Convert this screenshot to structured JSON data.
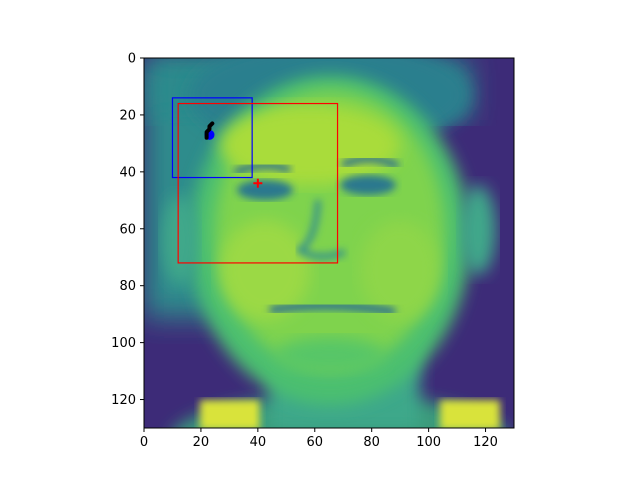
{
  "chart_data": {
    "type": "heatmap",
    "title": "",
    "xlabel": "",
    "ylabel": "",
    "colormap": "viridis",
    "xlim": [
      0,
      130
    ],
    "ylim": [
      130,
      0
    ],
    "grid": false,
    "x_ticks": [
      0,
      20,
      40,
      60,
      80,
      100,
      120
    ],
    "y_ticks": [
      0,
      20,
      40,
      60,
      80,
      100,
      120
    ],
    "x_tick_labels": [
      "0",
      "20",
      "40",
      "60",
      "80",
      "100",
      "120"
    ],
    "y_tick_labels": [
      "0",
      "20",
      "40",
      "60",
      "80",
      "100",
      "120"
    ],
    "image_description_words": "grayscale face photo rendered with viridis colormap",
    "overlays": [
      {
        "type": "rectangle",
        "color": "#0000ff",
        "x0": 10,
        "y0": 14,
        "x1": 38,
        "y1": 42
      },
      {
        "type": "rectangle",
        "color": "#ff0000",
        "x0": 12,
        "y0": 16,
        "x1": 68,
        "y1": 72
      },
      {
        "type": "point",
        "marker": "plus",
        "color": "#ff0000",
        "x": 40,
        "y": 44
      },
      {
        "type": "point",
        "marker": "circle",
        "color": "#0000ff",
        "x": 23,
        "y": 27
      },
      {
        "type": "path",
        "color": "#000000",
        "points": [
          [
            22,
            28
          ],
          [
            22,
            26
          ],
          [
            23,
            25
          ],
          [
            23,
            24
          ],
          [
            24,
            23
          ]
        ]
      }
    ],
    "colors": {
      "axis": "#000000",
      "background": "#ffffff"
    }
  }
}
